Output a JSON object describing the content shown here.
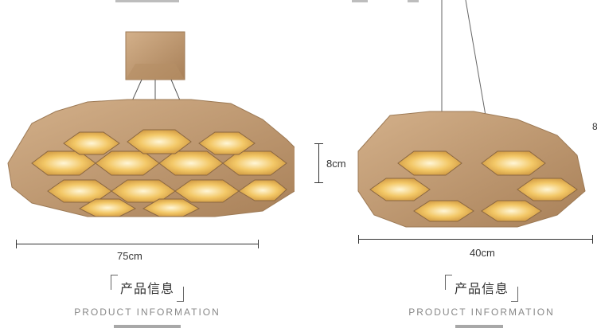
{
  "left": {
    "width_label": "75cm",
    "height_label": "8cm",
    "info_cn": "产品信息",
    "info_en": "PRODUCT INFORMATION"
  },
  "right": {
    "width_label": "40cm",
    "info_cn": "产品信息",
    "info_en": "PRODUCT INFORMATION",
    "clipped_label": "8"
  },
  "colors": {
    "wood": "#c7a27a",
    "wood_dark": "#9d7a55",
    "glow": "#f3c867",
    "glow_center": "#fff6d6"
  }
}
